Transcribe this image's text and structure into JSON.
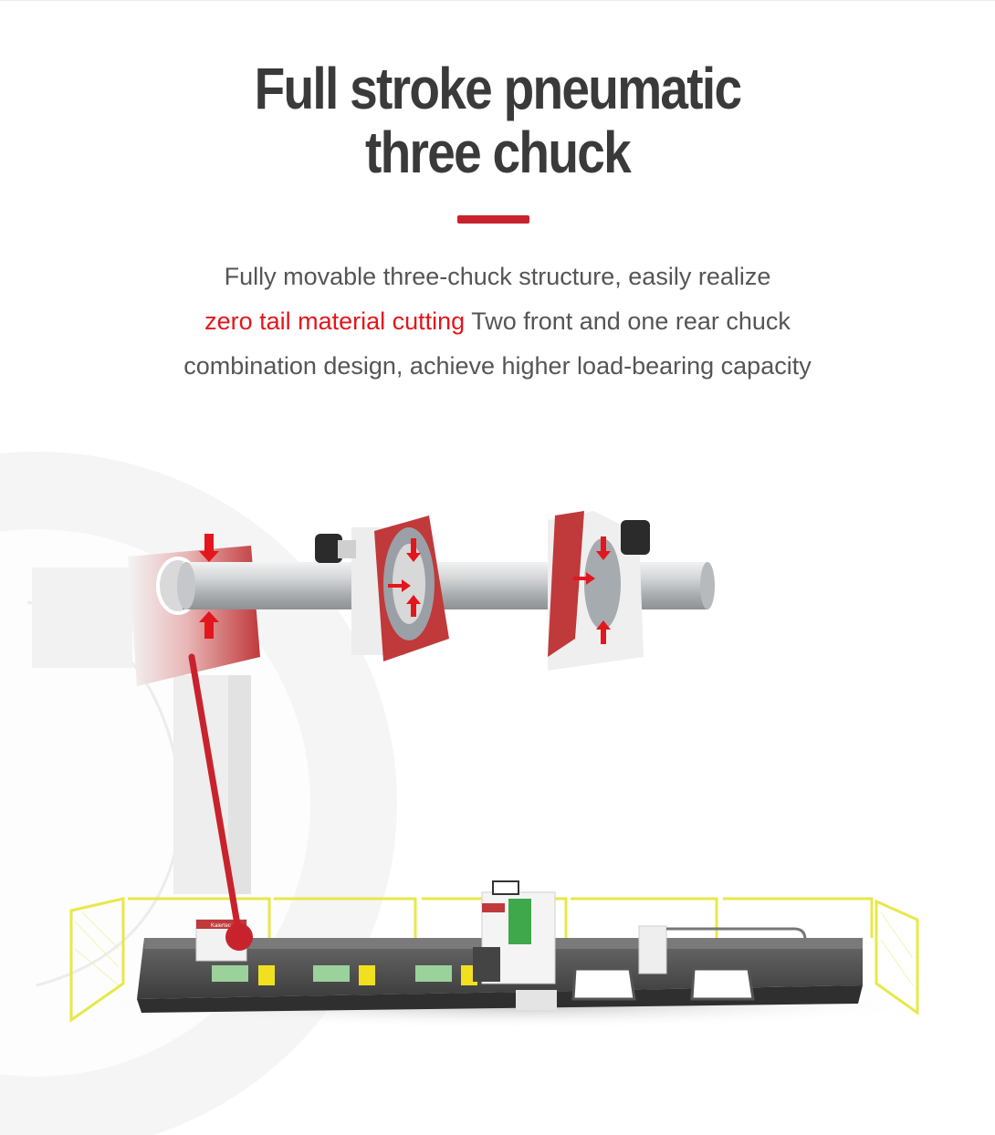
{
  "heading": {
    "line1": "Full stroke pneumatic",
    "line2": "three chuck"
  },
  "description": {
    "line1": "Fully movable three-chuck structure, easily realize",
    "highlight": "zero tail material cutting",
    "line2_rest": " Two front and one rear chuck",
    "line3": "combination design, achieve higher load-bearing capacity"
  },
  "machine": {
    "brand_label": "Kaiertec"
  },
  "colors": {
    "accent": "#c8232c",
    "highlight_text": "#e3161d",
    "heading": "#3a3a3a",
    "body_text": "#555555",
    "fence": "#e8e84a",
    "machine_body": "#4d4d4d",
    "chuck_head": "#c0393b"
  },
  "icons": [
    "pressure-arrow-icon",
    "callout-dot-icon"
  ]
}
